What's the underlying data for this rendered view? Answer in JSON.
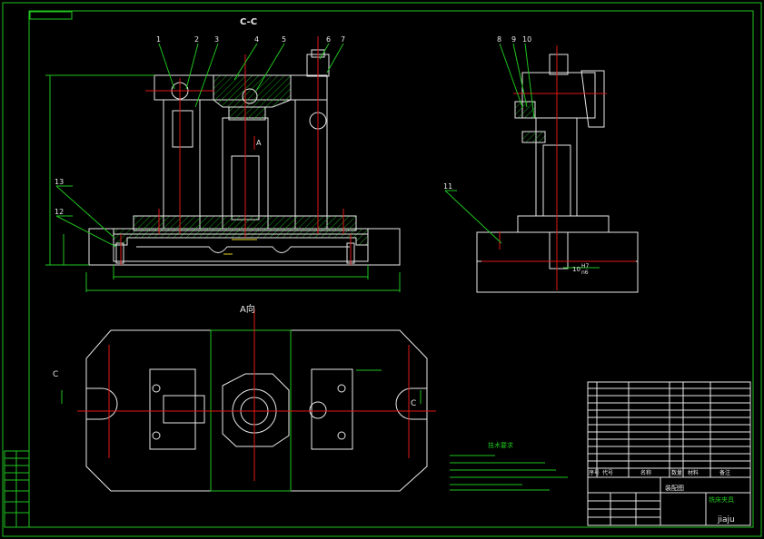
{
  "drawing": {
    "section_label": "C-C",
    "view_label": "A向",
    "section_marker_left": "C",
    "section_marker_right": "C",
    "arrow_label": "A",
    "fit_code": "H7",
    "fit_code_sub": "n6",
    "fit_size": "10",
    "callouts": [
      "1",
      "2",
      "3",
      "4",
      "5",
      "6",
      "7",
      "8",
      "9",
      "10",
      "11",
      "12",
      "13"
    ],
    "tech_title": "技术要求",
    "title_block": {
      "name": "铣床夹具",
      "sub": "装配图",
      "code": "jiaju",
      "headers": [
        "序号",
        "代号",
        "名称",
        "数量",
        "材料",
        "备注"
      ]
    }
  },
  "colors": {
    "frame": "#1fc41f",
    "outline": "#e8e8e8",
    "center": "#e01818",
    "dimension": "#1fc41f",
    "hidden": "#e6d21a"
  }
}
